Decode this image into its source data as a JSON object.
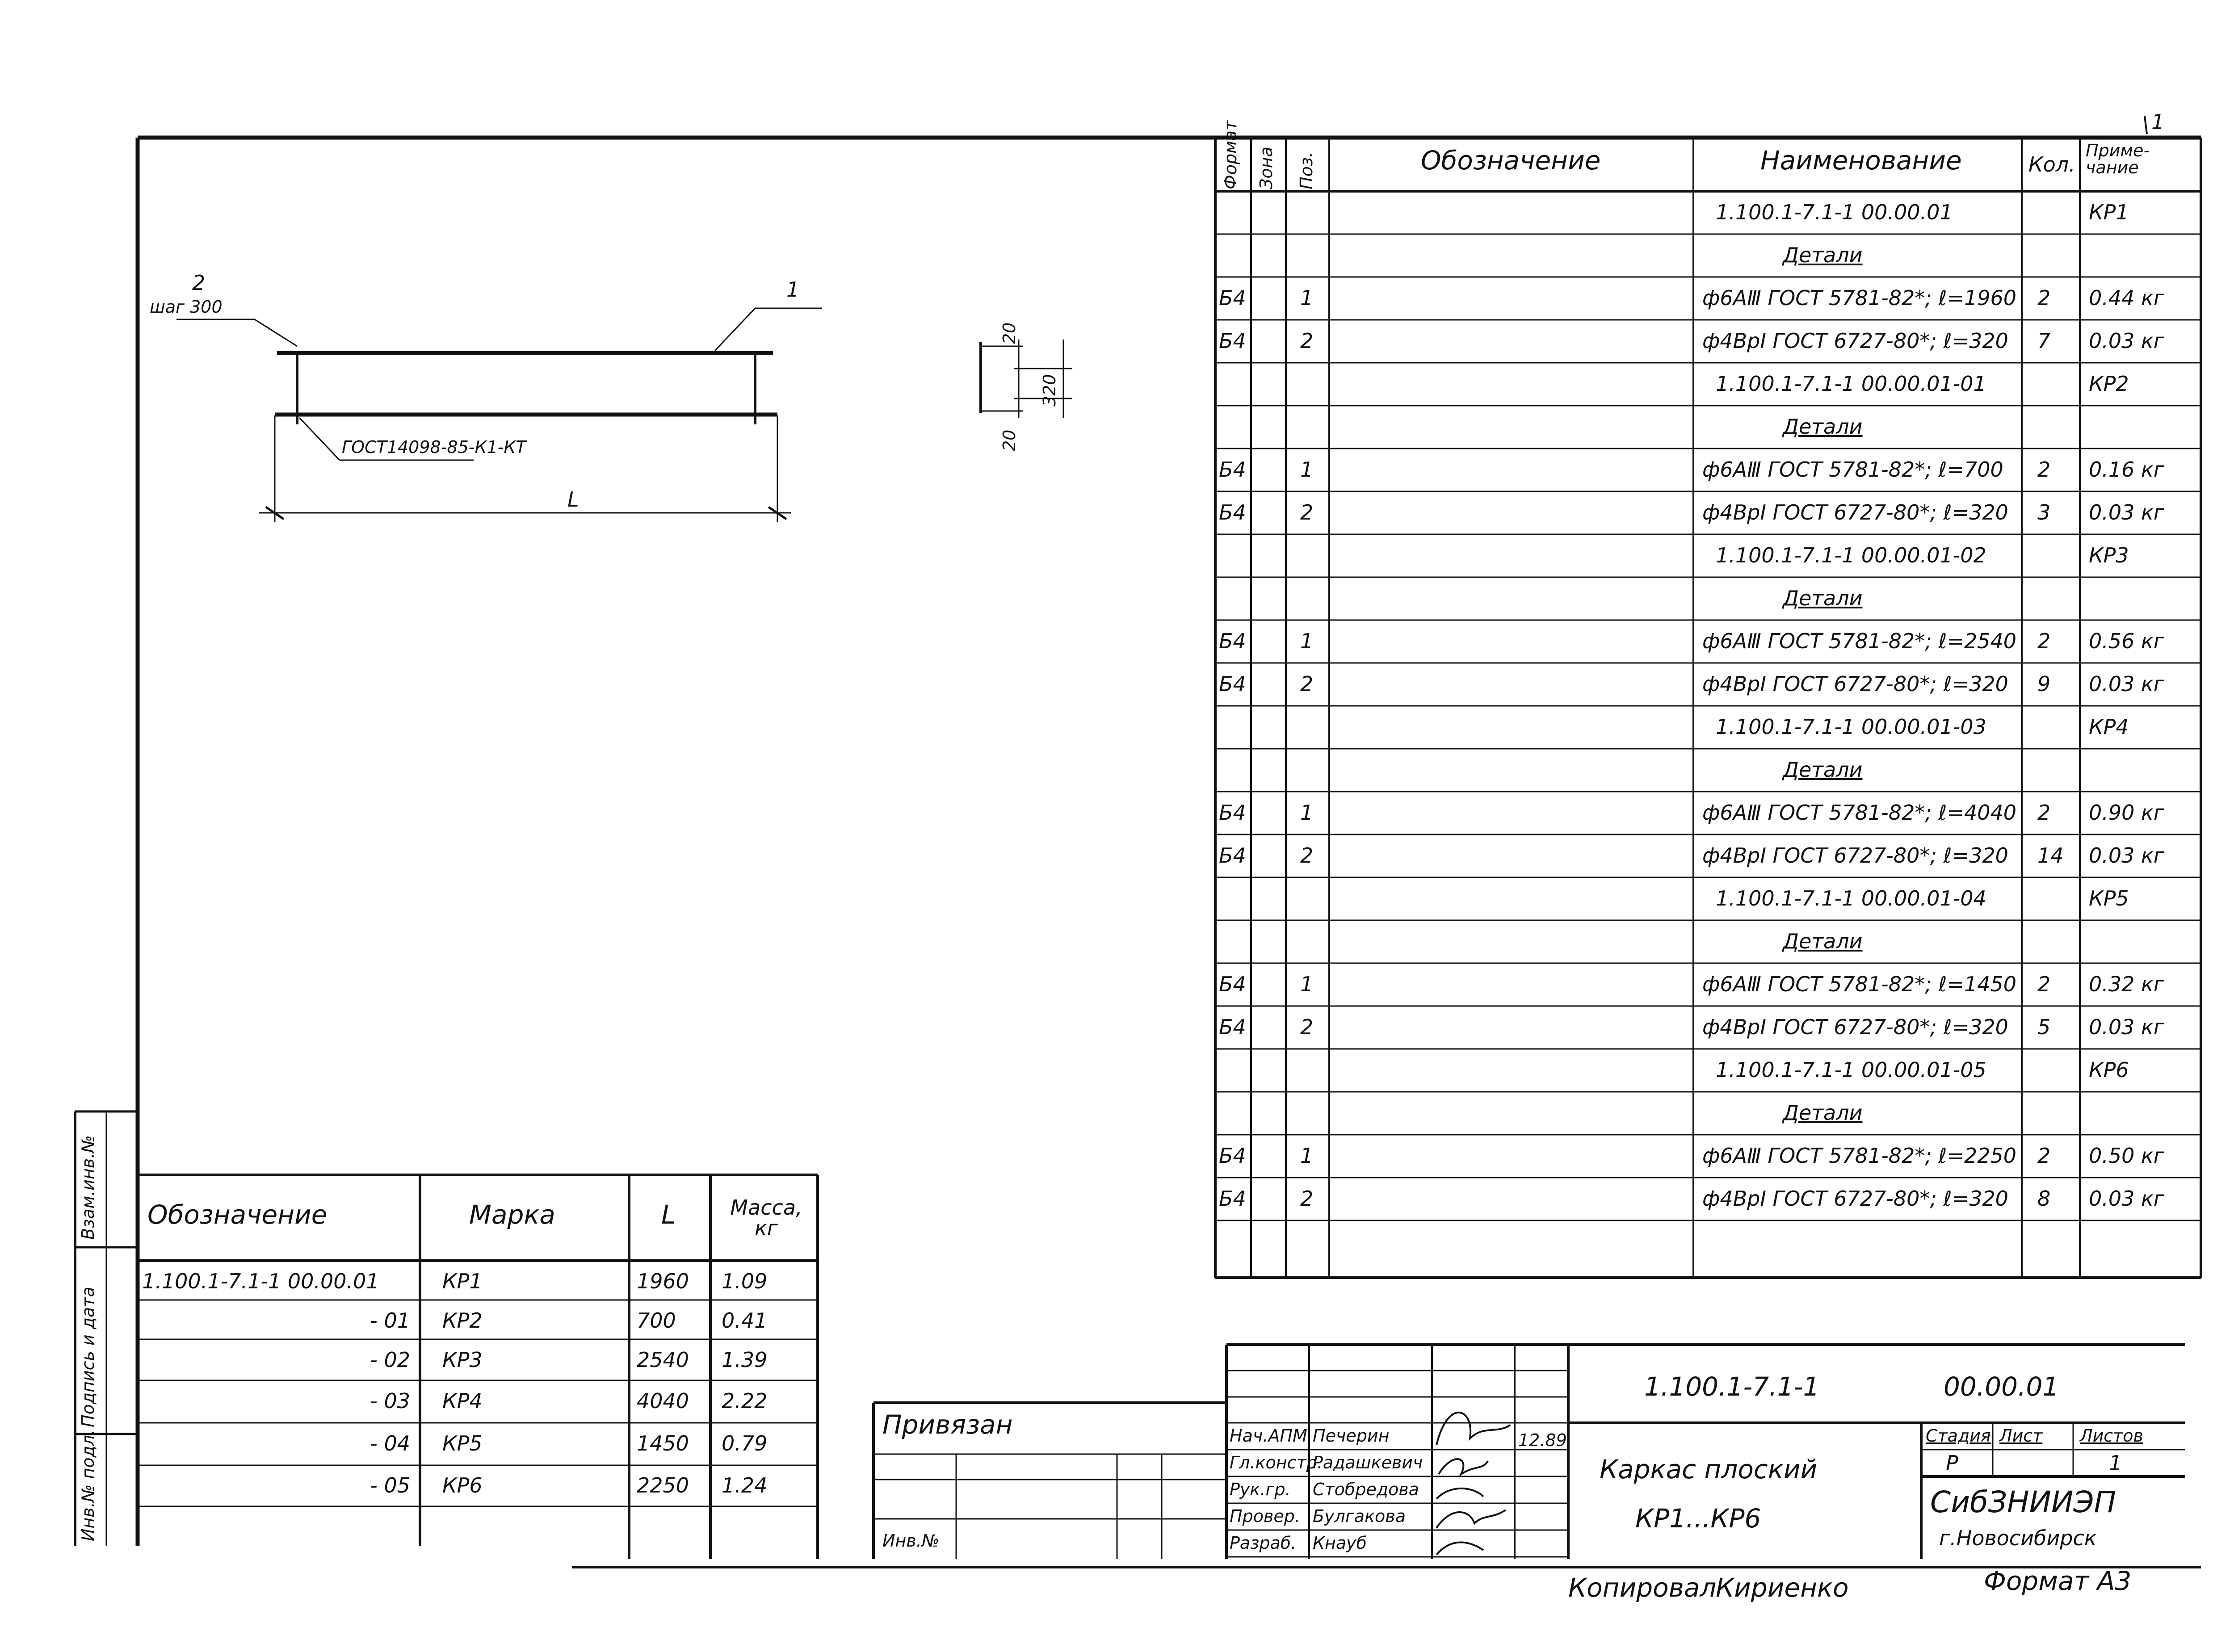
{
  "sheet": {
    "format_label": "Формат А3",
    "copied_label": "Копировал",
    "copied_by": "Кириенко",
    "corner_mark": "1"
  },
  "sketch": {
    "leader_pos2": "2",
    "leader_step": "шаг 300",
    "leader_pos1": "1",
    "weld_note": "ГОСТ14098-85-К1-КТ",
    "length_label": "L",
    "section_dim_top": "20",
    "section_dim_bottom": "20",
    "section_dim_height": "320"
  },
  "spec": {
    "headers": {
      "format": "Формат",
      "zone": "Зона",
      "pos": "Поз.",
      "designation": "Обозначение",
      "name": "Наименование",
      "qty": "Кол.",
      "note": "Приме-чание"
    },
    "rows": [
      {
        "format": "",
        "pos": "",
        "name": "1.100.1-7.1-1      00.00.01",
        "qty": "",
        "note": "КР1",
        "kind": "assembly"
      },
      {
        "format": "",
        "pos": "",
        "name": "Детали",
        "qty": "",
        "note": "",
        "kind": "section"
      },
      {
        "format": "Б4",
        "pos": "1",
        "name": "ф6АⅢ ГОСТ 5781-82*; ℓ=1960",
        "qty": "2",
        "note": "0.44 кг",
        "kind": "item"
      },
      {
        "format": "Б4",
        "pos": "2",
        "name": "ф4ВрⅠ ГОСТ 6727-80*; ℓ=320",
        "qty": "7",
        "note": "0.03 кг",
        "kind": "item"
      },
      {
        "format": "",
        "pos": "",
        "name": "1.100.1-7.1-1      00.00.01-01",
        "qty": "",
        "note": "КР2",
        "kind": "assembly"
      },
      {
        "format": "",
        "pos": "",
        "name": "Детали",
        "qty": "",
        "note": "",
        "kind": "section"
      },
      {
        "format": "Б4",
        "pos": "1",
        "name": "ф6АⅢ ГОСТ 5781-82*; ℓ=700",
        "qty": "2",
        "note": "0.16 кг",
        "kind": "item"
      },
      {
        "format": "Б4",
        "pos": "2",
        "name": "ф4ВрⅠ ГОСТ 6727-80*; ℓ=320",
        "qty": "3",
        "note": "0.03 кг",
        "kind": "item"
      },
      {
        "format": "",
        "pos": "",
        "name": "1.100.1-7.1-1      00.00.01-02",
        "qty": "",
        "note": "КР3",
        "kind": "assembly"
      },
      {
        "format": "",
        "pos": "",
        "name": "Детали",
        "qty": "",
        "note": "",
        "kind": "section"
      },
      {
        "format": "Б4",
        "pos": "1",
        "name": "ф6АⅢ ГОСТ 5781-82*; ℓ=2540",
        "qty": "2",
        "note": "0.56 кг",
        "kind": "item"
      },
      {
        "format": "Б4",
        "pos": "2",
        "name": "ф4ВрⅠ ГОСТ 6727-80*; ℓ=320",
        "qty": "9",
        "note": "0.03 кг",
        "kind": "item"
      },
      {
        "format": "",
        "pos": "",
        "name": "1.100.1-7.1-1      00.00.01-03",
        "qty": "",
        "note": "КР4",
        "kind": "assembly"
      },
      {
        "format": "",
        "pos": "",
        "name": "Детали",
        "qty": "",
        "note": "",
        "kind": "section"
      },
      {
        "format": "Б4",
        "pos": "1",
        "name": "ф6АⅢ ГОСТ 5781-82*; ℓ=4040",
        "qty": "2",
        "note": "0.90 кг",
        "kind": "item"
      },
      {
        "format": "Б4",
        "pos": "2",
        "name": "ф4ВрⅠ ГОСТ 6727-80*; ℓ=320",
        "qty": "14",
        "note": "0.03 кг",
        "kind": "item"
      },
      {
        "format": "",
        "pos": "",
        "name": "1.100.1-7.1-1      00.00.01-04",
        "qty": "",
        "note": "КР5",
        "kind": "assembly"
      },
      {
        "format": "",
        "pos": "",
        "name": "Детали",
        "qty": "",
        "note": "",
        "kind": "section"
      },
      {
        "format": "Б4",
        "pos": "1",
        "name": "ф6АⅢ ГОСТ 5781-82*; ℓ=1450",
        "qty": "2",
        "note": "0.32 кг",
        "kind": "item"
      },
      {
        "format": "Б4",
        "pos": "2",
        "name": "ф4ВрⅠ ГОСТ 6727-80*; ℓ=320",
        "qty": "5",
        "note": "0.03 кг",
        "kind": "item"
      },
      {
        "format": "",
        "pos": "",
        "name": "1.100.1-7.1-1      00.00.01-05",
        "qty": "",
        "note": "КР6",
        "kind": "assembly"
      },
      {
        "format": "",
        "pos": "",
        "name": "Детали",
        "qty": "",
        "note": "",
        "kind": "section"
      },
      {
        "format": "Б4",
        "pos": "1",
        "name": "ф6АⅢ ГОСТ 5781-82*; ℓ=2250",
        "qty": "2",
        "note": "0.50 кг",
        "kind": "item"
      },
      {
        "format": "Б4",
        "pos": "2",
        "name": "ф4ВрⅠ ГОСТ 6727-80*; ℓ=320",
        "qty": "8",
        "note": "0.03 кг",
        "kind": "item"
      }
    ]
  },
  "marks_table": {
    "headers": {
      "designation": "Обозначение",
      "mark": "Марка",
      "length": "L",
      "mass": "Масса, кг"
    },
    "rows": [
      {
        "designation": "1.100.1-7.1-1    00.00.01",
        "mark": "КР1",
        "length": "1960",
        "mass": "1.09"
      },
      {
        "designation": "- 01",
        "mark": "КР2",
        "length": "700",
        "mass": "0.41"
      },
      {
        "designation": "- 02",
        "mark": "КР3",
        "length": "2540",
        "mass": "1.39"
      },
      {
        "designation": "- 03",
        "mark": "КР4",
        "length": "4040",
        "mass": "2.22"
      },
      {
        "designation": "- 04",
        "mark": "КР5",
        "length": "1450",
        "mass": "0.79"
      },
      {
        "designation": "- 05",
        "mark": "КР6",
        "length": "2250",
        "mass": "1.24"
      }
    ]
  },
  "side_strip": {
    "inv_sub": "Взам.инв.№",
    "sign_date": "Подпись и дата",
    "inv_orig": "Инв.№ подл."
  },
  "attach_block": {
    "title": "Привязан",
    "inv_label": "Инв.№"
  },
  "title_block": {
    "doc_code": "1.100.1-7.1-1",
    "doc_number": "00.00.01",
    "title_line1": "Каркас плоский",
    "title_line2": "КР1...КР6",
    "stage_label": "Стадия",
    "sheet_label": "Лист",
    "sheets_label": "Листов",
    "stage_value": "Р",
    "sheets_value": "1",
    "org_name": "СибЗНИИЭП",
    "org_city": "г.Новосибирск",
    "date": "12.89",
    "signers": [
      {
        "role": "Нач.АПМ",
        "name": "Печерин"
      },
      {
        "role": "Гл.констр.",
        "name": "Радашкевич"
      },
      {
        "role": "Рук.гр.",
        "name": "Стобредова"
      },
      {
        "role": "Провер.",
        "name": "Булгакова"
      },
      {
        "role": "Разраб.",
        "name": "Кнауб"
      }
    ]
  }
}
